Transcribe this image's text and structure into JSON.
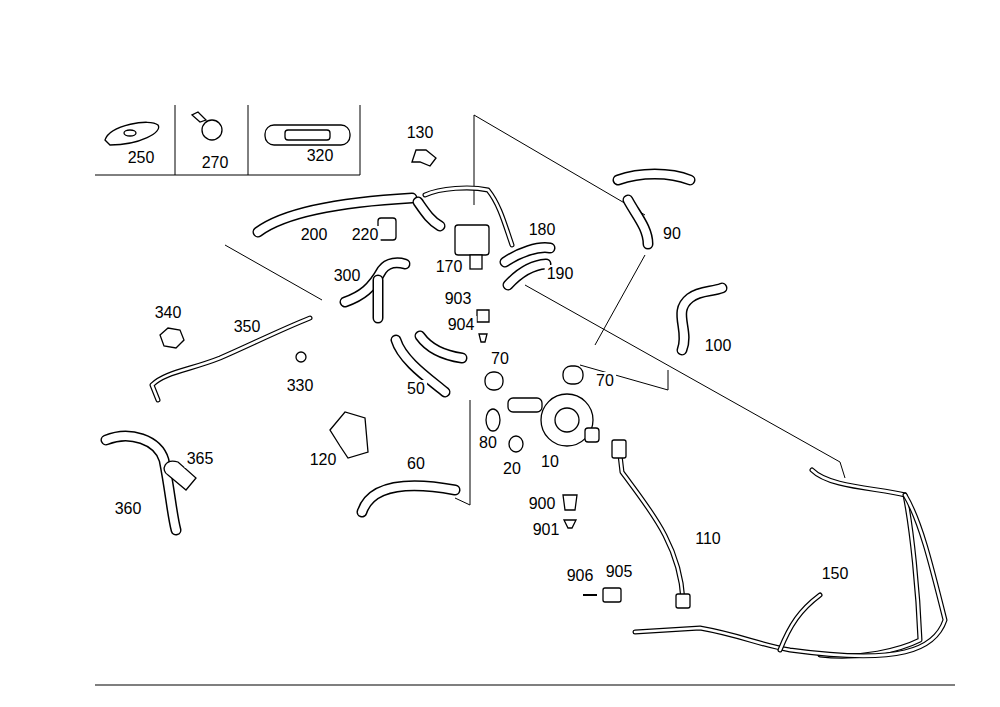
{
  "diagram": {
    "labels": [
      "250",
      "270",
      "320",
      "130",
      "180",
      "90",
      "200",
      "220",
      "170",
      "190",
      "300",
      "903",
      "340",
      "350",
      "904",
      "70",
      "100",
      "50",
      "70",
      "330",
      "80",
      "120",
      "365",
      "20",
      "10",
      "60",
      "360",
      "900",
      "901",
      "110",
      "906",
      "905",
      "150"
    ]
  }
}
